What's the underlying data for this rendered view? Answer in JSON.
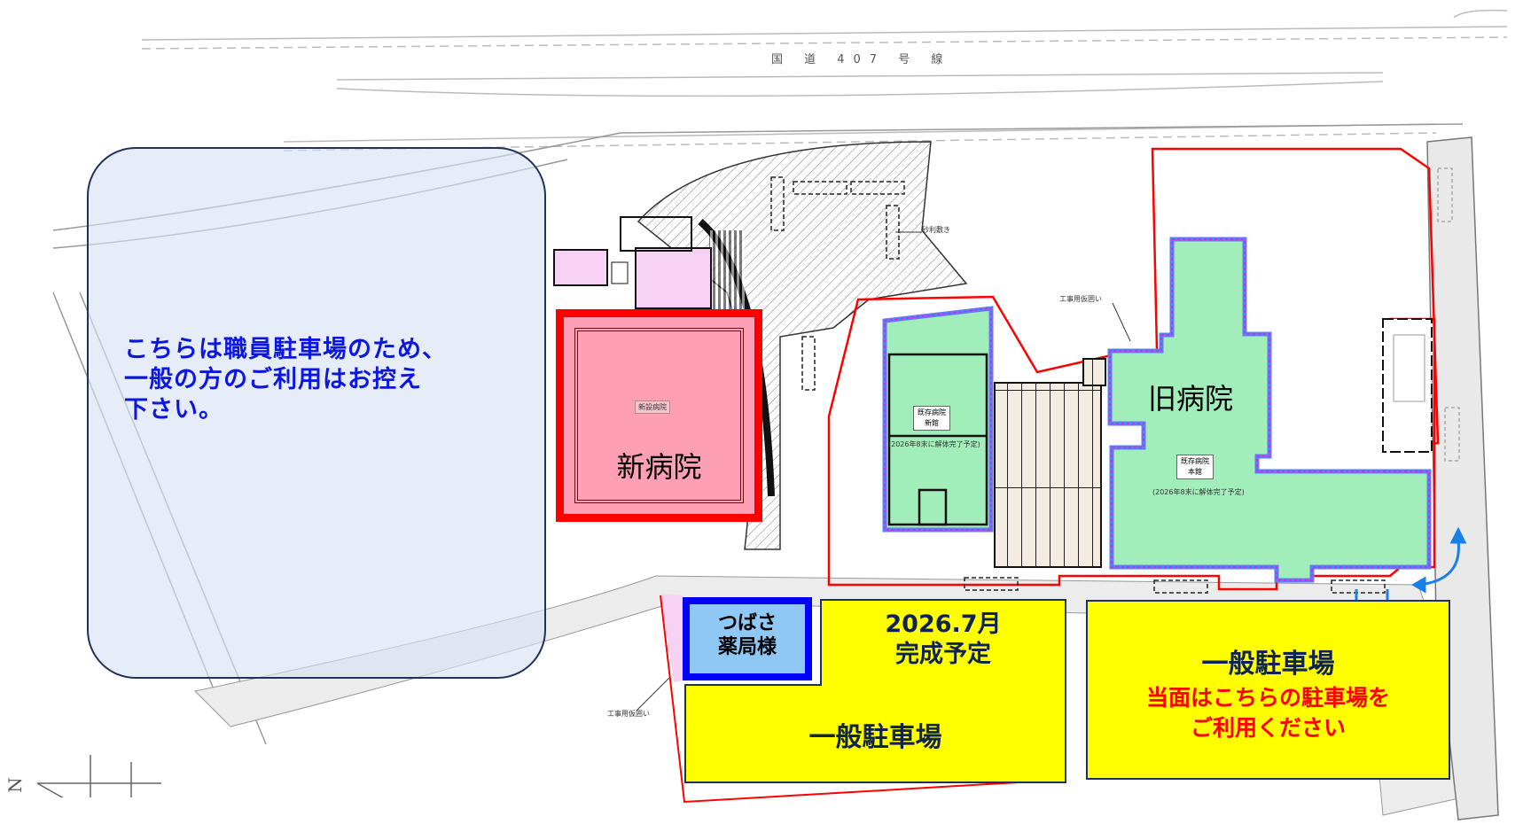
{
  "map": {
    "road_label": "国 道 407 号 線",
    "staff_parking_notice": {
      "lines": [
        "こちらは職員駐車場のため、",
        "一般の方のご利用はお控え",
        "下さい。"
      ]
    },
    "new_hospital": {
      "label": "新病院",
      "small_tag": "新設病院"
    },
    "old_hospital": {
      "label": "旧病院",
      "tag_line1": "既存病院",
      "tag_line2": "本館",
      "note": "(2026年8末に解体完了予定)"
    },
    "annex": {
      "tag_line1": "既存病院",
      "tag_line2": "新館",
      "note": "(2026年8末に解体完了予定)"
    },
    "gravel_label": "砂利敷き",
    "construction_fence_label_1": "工事用仮囲い",
    "construction_fence_label_2": "工事用仮囲い",
    "pharmacy": {
      "line1": "つばさ",
      "line2": "薬局様"
    },
    "future_parking": {
      "completion_line1": "2026.7月",
      "completion_line2": "完成予定",
      "label": "一般駐車場"
    },
    "current_parking": {
      "label": "一般駐車場",
      "notice_line1": "当面はこちらの駐車場を",
      "notice_line2": "ご利用ください"
    },
    "compass_label": "N"
  },
  "colors": {
    "staff_text": "#0b16e0",
    "boundary_red": "#ff0000",
    "new_hospital_fill": "#ff9fb6",
    "old_building_fill": "#a2eebb",
    "parking_yellow": "#ffff00",
    "navy_text": "#0f2350",
    "pharmacy_fill": "#8fc8f4",
    "arrow_blue": "#1a7fe8"
  }
}
